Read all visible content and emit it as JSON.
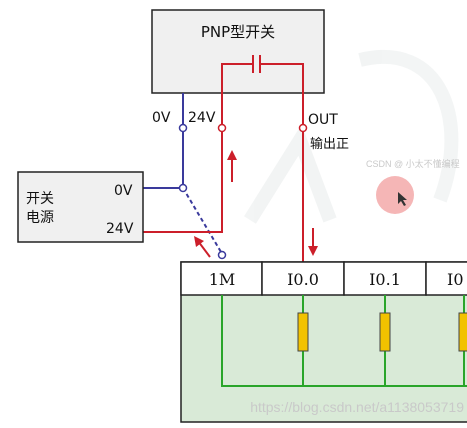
{
  "diagram": {
    "sensor": {
      "title": "PNP型开关"
    },
    "terminals": {
      "zero_v": "0V",
      "v24": "24V",
      "out": "OUT",
      "out_note": "输出正"
    },
    "power": {
      "line1": "开关",
      "line2": "电源",
      "zero_v": "0V",
      "v24": "24V"
    },
    "plc": {
      "cells": [
        "1M",
        "I0.0",
        "I0.1",
        "I0"
      ]
    },
    "colors": {
      "red_wire": "#cc1f2a",
      "blue_wire": "#3a3a9c",
      "green_rail": "#2aa52a",
      "input_load": "#f2c200",
      "box_fill": "#f0f0f0",
      "plc_fill": "#d9ead7"
    }
  },
  "overlay": {
    "csdn_label": "CSDN @ 小太不懂编程",
    "watermark": "https://blog.csdn.net/a1138053719"
  }
}
